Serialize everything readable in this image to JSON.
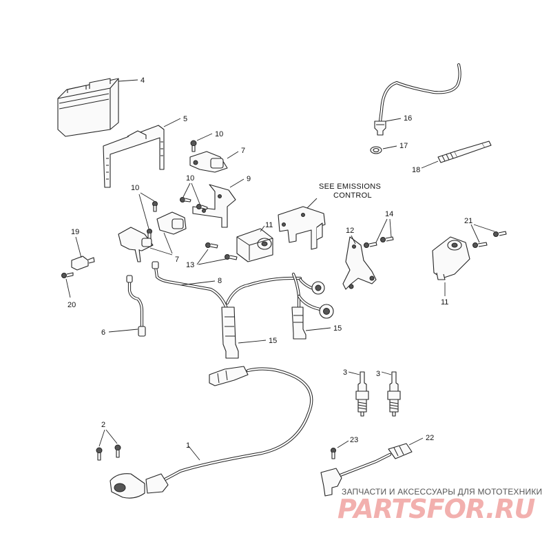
{
  "callouts": {
    "n1": "1",
    "n2": "2",
    "n3a": "3",
    "n3b": "3",
    "n4": "4",
    "n5": "5",
    "n6": "6",
    "n7a": "7",
    "n7b": "7",
    "n8": "8",
    "n9": "9",
    "n10a": "10",
    "n10b": "10",
    "n10c": "10",
    "n11a": "11",
    "n11b": "11",
    "n12": "12",
    "n13": "13",
    "n14": "14",
    "n15a": "15",
    "n15b": "15",
    "n16": "16",
    "n17": "17",
    "n18": "18",
    "n19": "19",
    "n20": "20",
    "n21": "21",
    "n22": "22",
    "n23": "23"
  },
  "note": {
    "line1": "SEE EMISSIONS",
    "line2": "CONTROL"
  },
  "watermark": {
    "caption": "ЗАПЧАСТИ И АКСЕССУАРЫ ДЛЯ МОТОТЕХНИКИ",
    "logo": "PARTSFOR.RU"
  }
}
